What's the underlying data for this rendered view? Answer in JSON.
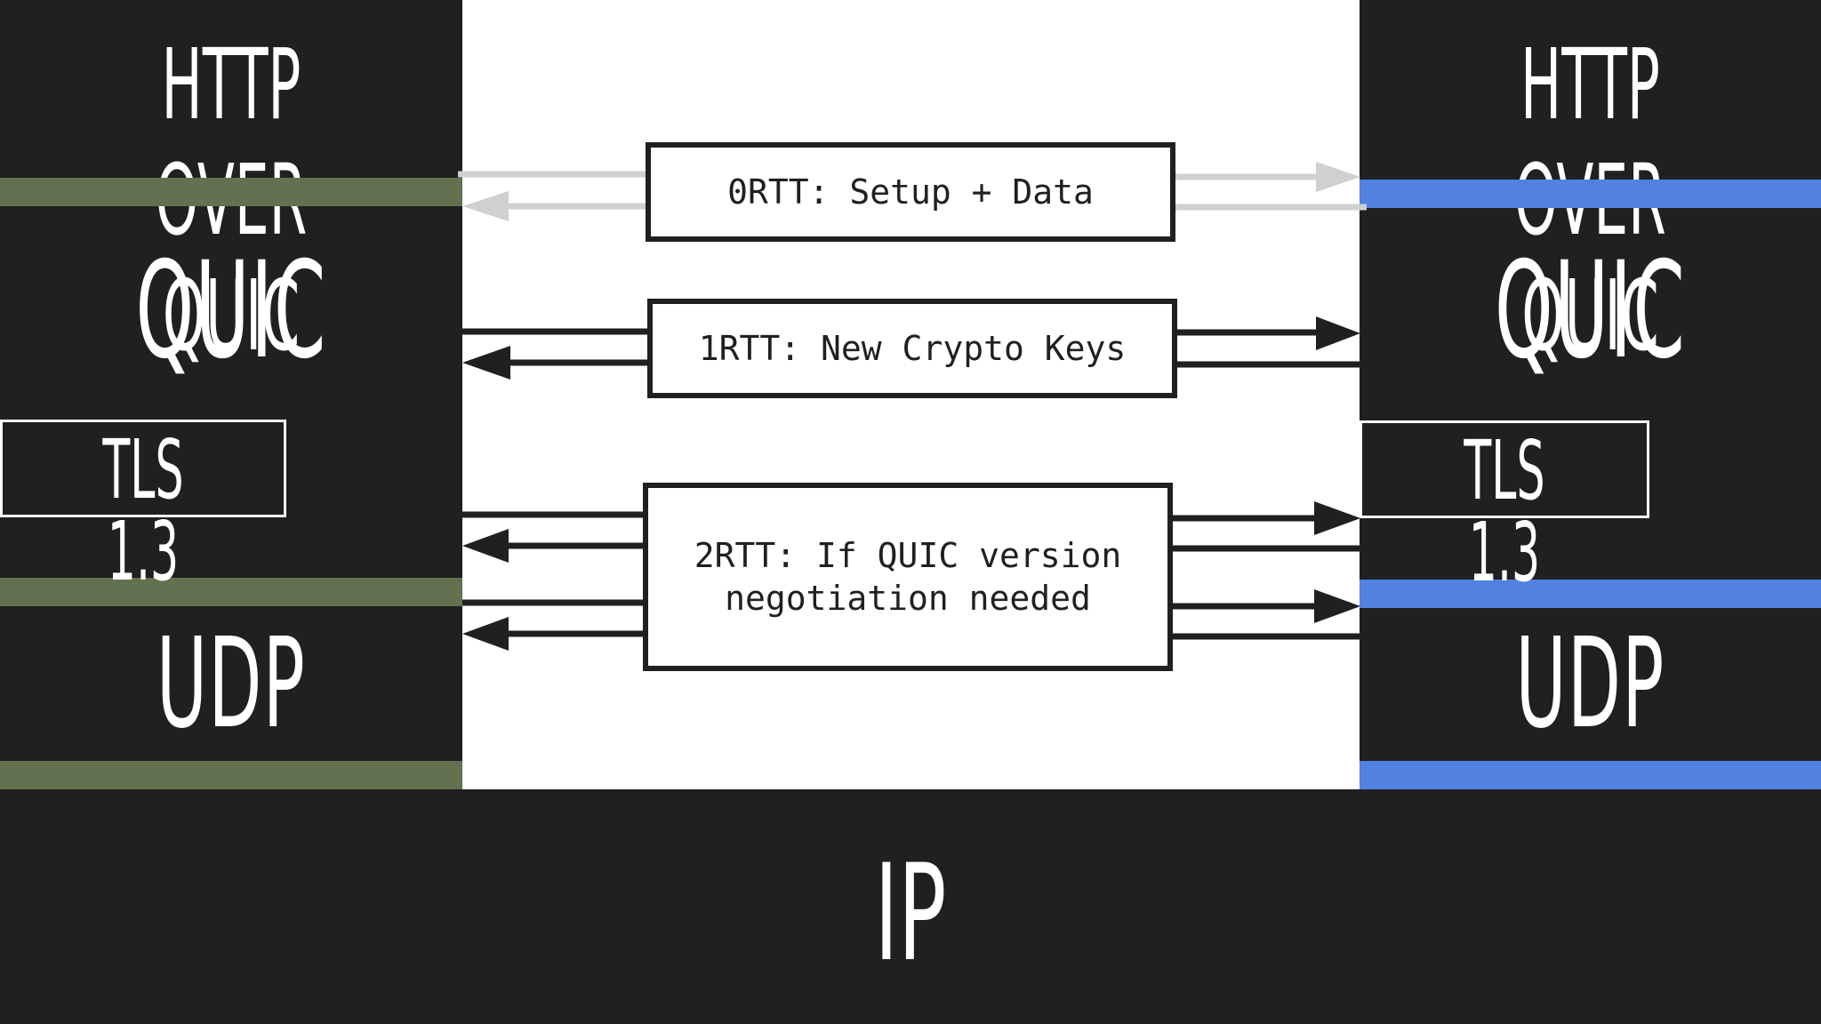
{
  "colors": {
    "background": "#ffffff",
    "layer_fill": "#202020",
    "layer_text": "#ffffff",
    "left_separator": "#637150",
    "right_separator": "#5182e2",
    "arrow_dark": "#202020",
    "arrow_light": "#d0d0d0"
  },
  "left_stack": {
    "http_label": "HTTP OVER QUIC",
    "quic_label": "QUIC",
    "tls_label": "TLS 1.3",
    "udp_label": "UDP"
  },
  "right_stack": {
    "http_label": "HTTP OVER QUIC",
    "quic_label": "QUIC",
    "tls_label": "TLS 1.3",
    "udp_label": "UDP"
  },
  "ip_label": "IP",
  "handshakes": [
    {
      "label": "0RTT: Setup + Data",
      "arrow_style": "light",
      "round_trips": 0
    },
    {
      "label": "1RTT: New Crypto Keys",
      "arrow_style": "dark",
      "round_trips": 1
    },
    {
      "label_line1": "2RTT: If QUIC version",
      "label_line2": "negotiation needed",
      "arrow_style": "dark",
      "round_trips": 2
    }
  ]
}
